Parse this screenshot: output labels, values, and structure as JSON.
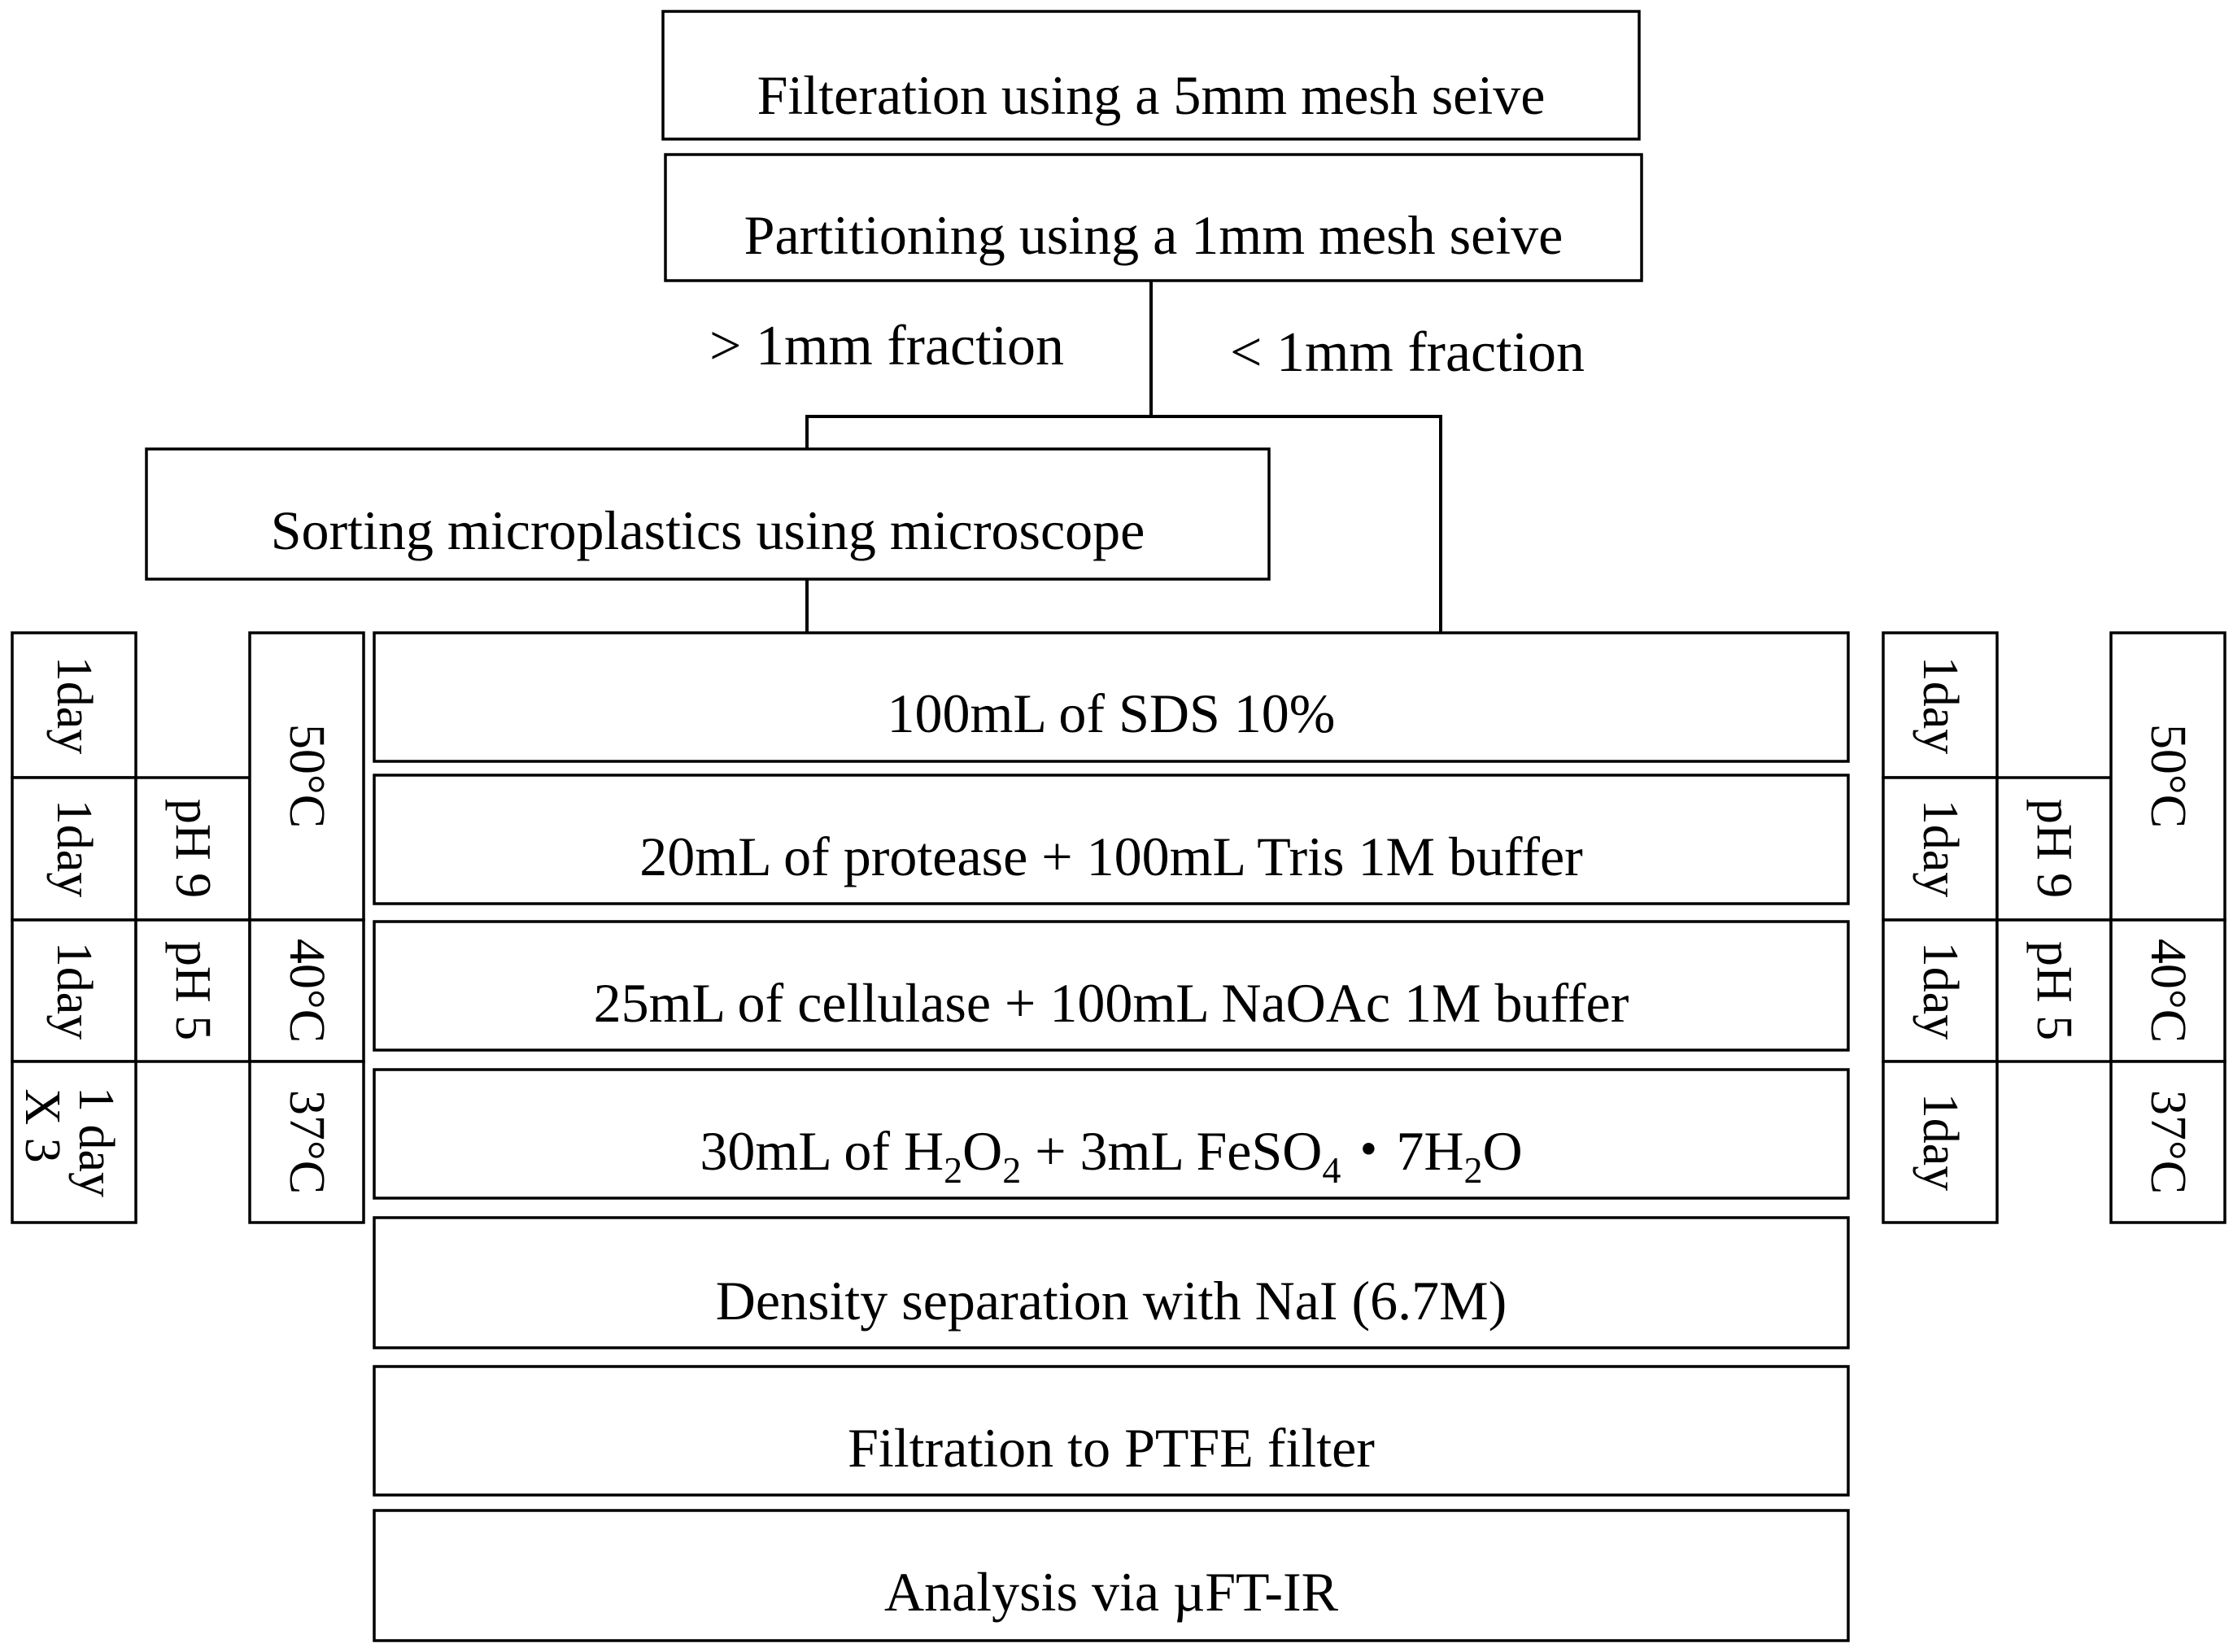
{
  "steps": {
    "filteration": "Filteration using a 5mm mesh seive",
    "partitioning": "Partitioning using a 1mm mesh seive",
    "sorting": "Sorting microplastics using microscope",
    "sds": "100mL of SDS 10%",
    "protease": "20mL of protease + 100mL Tris 1M buffer",
    "cellulase": "25mL of cellulase + 100mL NaOAc 1M buffer",
    "peroxide": {
      "p1": "30mL of H",
      "s1": "2",
      "p2": "O",
      "s2": "2",
      "p3": " + 3mL FeSO",
      "s3": "4",
      "p4": "・7H",
      "s4": "2",
      "p5": "O"
    },
    "density": "Density separation with NaI (6.7M)",
    "filtration": "Filtration to PTFE filter",
    "analysis": "Analysis via µFT-IR"
  },
  "fractions": {
    "large": "> 1mm fraction",
    "small": "< 1mm fraction"
  },
  "left_conditions": {
    "time": [
      "1day",
      "1day",
      "1day",
      "1 day",
      "X 3"
    ],
    "ph": [
      "pH 9",
      "pH 5"
    ],
    "temp": [
      "50°C",
      "40°C",
      "37°C"
    ]
  },
  "right_conditions": {
    "time": [
      "1day",
      "1day",
      "1day",
      "1day"
    ],
    "ph": [
      "pH 9",
      "pH 5"
    ],
    "temp": [
      "50°C",
      "40°C",
      "37°C"
    ]
  }
}
